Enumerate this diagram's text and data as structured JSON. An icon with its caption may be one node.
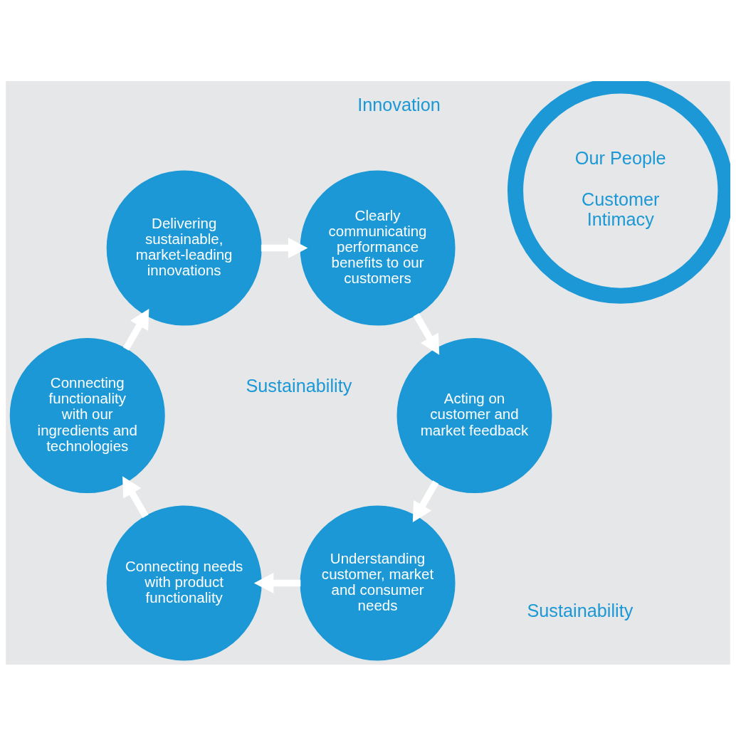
{
  "diagram": {
    "nodes": [
      {
        "text": [
          "Understanding customer, market and consumer needs"
        ]
      },
      {
        "text": [
          "Connecting needs with product functionality"
        ]
      },
      {
        "text": [
          "Connecting functionality with our ingredients and technologies"
        ]
      },
      {
        "text": [
          "Delivering sustainable, market-leading innovations"
        ]
      },
      {
        "text": [
          "Clearly communicating performance benefits to our customers"
        ]
      },
      {
        "text": [
          "Acting on customer and market feedback"
        ]
      },
      {
        "text": [
          "Our People",
          "Customer Intimacy"
        ]
      }
    ],
    "edges": [
      {
        "from": 0,
        "to": 1,
        "arrow": "to"
      },
      {
        "from": 1,
        "to": 2,
        "arrow": "to"
      },
      {
        "from": 2,
        "to": 3,
        "arrow": "to"
      },
      {
        "from": 3,
        "to": 4,
        "arrow": "to"
      },
      {
        "from": 4,
        "to": 5,
        "arrow": "to"
      },
      {
        "from": 5,
        "to": 0,
        "arrow": "to"
      }
    ],
    "labels": [
      "Sustainability",
      "Innovation",
      "Sustainability"
    ]
  }
}
